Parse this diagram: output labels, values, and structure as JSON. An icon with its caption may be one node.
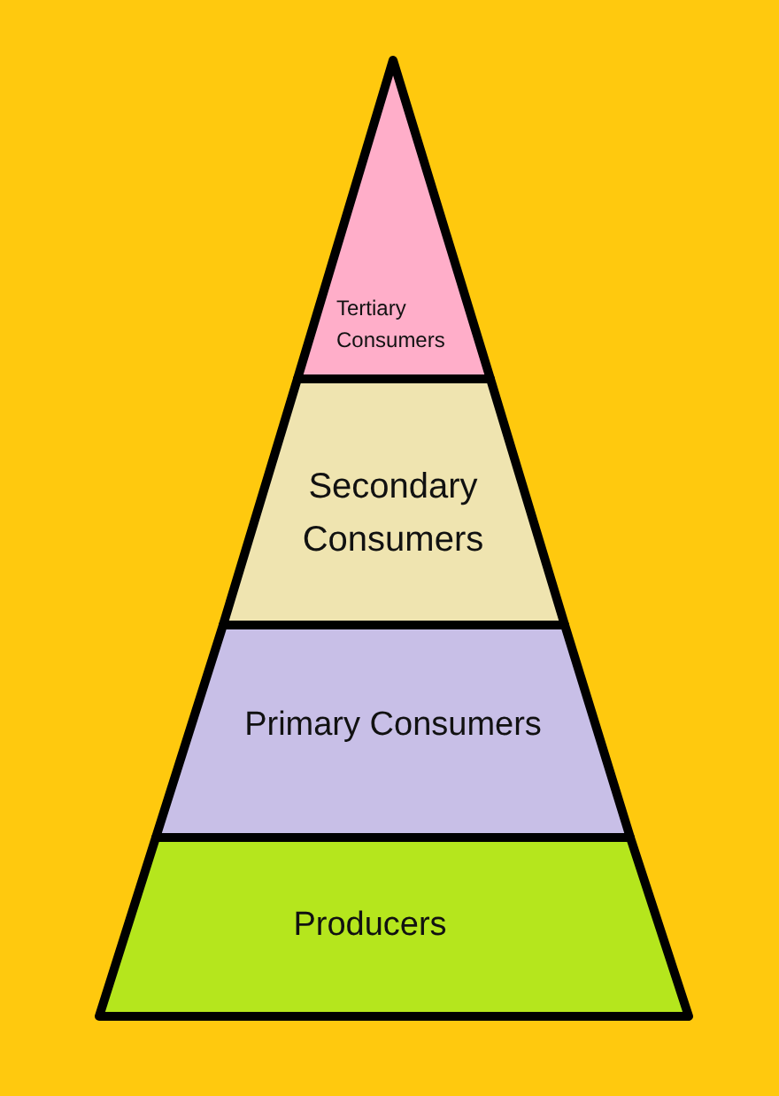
{
  "diagram": {
    "nodes": [
      {
        "text": [
          "Tertiary Consumers"
        ]
      },
      {
        "text": [
          "Secondary Consumers"
        ]
      },
      {
        "text": [
          "Primary Consumers"
        ]
      },
      {
        "text": [
          "Producers"
        ]
      }
    ]
  }
}
